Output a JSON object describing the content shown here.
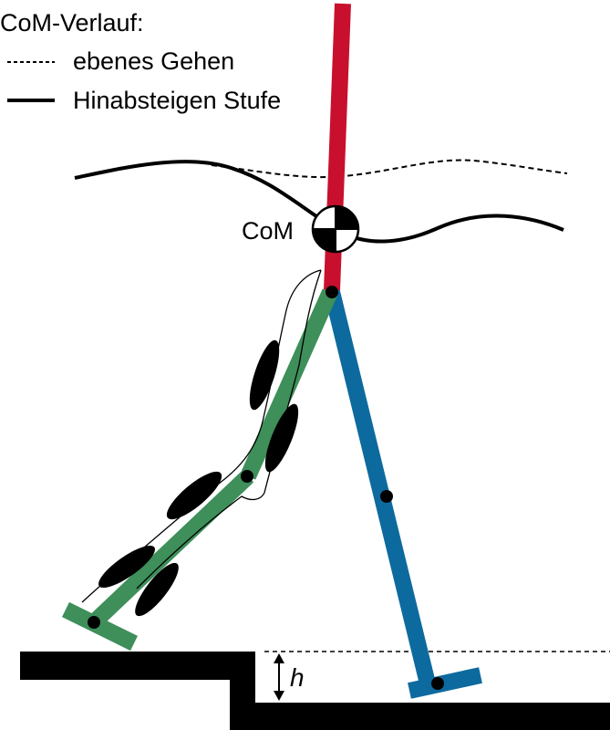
{
  "legend": {
    "title": "CoM-Verlauf:",
    "items": [
      {
        "label": "ebenes Gehen",
        "style": "dashed"
      },
      {
        "label": "Hinabsteigen Stufe",
        "style": "solid"
      }
    ]
  },
  "com_label": "CoM",
  "height_label": "h",
  "colors": {
    "trunk": "#c8102e",
    "stance_leg": "#0d6a9e",
    "swing_leg": "#3e8f5a",
    "ground": "#000000",
    "muscle": "#000000"
  }
}
